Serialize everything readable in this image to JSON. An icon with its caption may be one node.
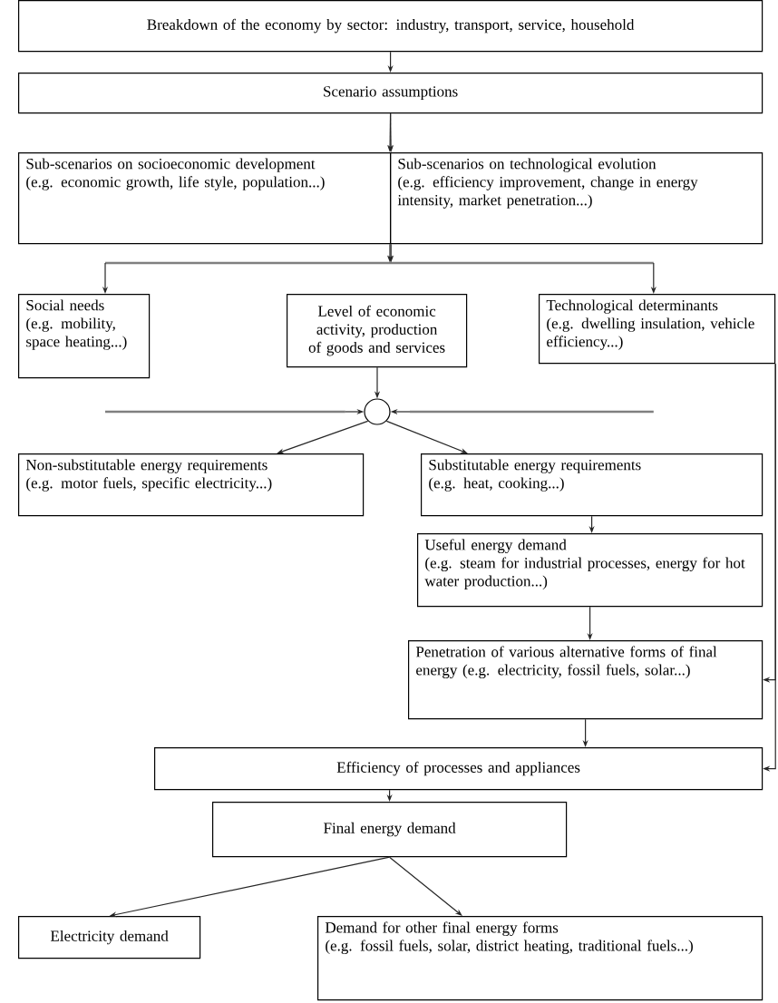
{
  "diagram": {
    "nodes": [
      {
        "text": [
          "Breakdown of the economy by sector: industry, transport, service, household"
        ]
      },
      {
        "text": [
          "Scenario assumptions"
        ]
      },
      {
        "text": [
          "Sub-scenarios on socioeconomic development",
          "(e.g. economic growth, life style, population...)"
        ]
      },
      {
        "text": [
          "Sub-scenarios on technological evolution",
          "(e.g. efficiency improvement, change in energy intensity, market penetration...)"
        ]
      },
      {
        "text": [],
        "shape": "bar"
      },
      {
        "text": [
          "Social needs",
          "(e.g. mobility, space heating...)"
        ]
      },
      {
        "text": [
          "Level of economic activity, production of goods and services"
        ]
      },
      {
        "text": [
          "Technological determinants",
          "(e.g. dwelling insulation, vehicle efficiency...)"
        ]
      },
      {
        "text": [],
        "shape": "bar"
      },
      {
        "text": [],
        "shape": "bar"
      },
      {
        "text": [],
        "shape": "circle"
      },
      {
        "text": [
          "Non-substitutable energy requirements",
          "(e.g. motor fuels, specific electricity...)"
        ]
      },
      {
        "text": [
          "Substitutable energy requirements",
          "(e.g. heat, cooking...)"
        ]
      },
      {
        "text": [
          "Useful energy demand",
          "(e.g. steam for industrial processes, energy for hot water production...)"
        ]
      },
      {
        "text": [
          "Penetration of various alternative forms of final energy (e.g. electricity, fossil fuels, solar...)"
        ]
      },
      {
        "text": [
          "Efficiency of processes and appliances"
        ]
      },
      {
        "text": [
          "Final energy demand"
        ]
      },
      {
        "text": [
          "Electricity demand"
        ]
      },
      {
        "text": [
          "Demand for other final energy forms",
          "(e.g. fossil fuels, solar, district heating, traditional fuels...)"
        ]
      }
    ],
    "edges": [
      {
        "from": 0,
        "to": 1,
        "arrow": "to"
      },
      {
        "from": 1,
        "to": 2,
        "arrow": "to"
      },
      {
        "from": 1,
        "to": 3,
        "arrow": "to"
      },
      {
        "from": 2,
        "to": 4,
        "arrow": "to"
      },
      {
        "from": 3,
        "to": 4,
        "arrow": "to"
      },
      {
        "from": 4,
        "to": 5,
        "arrow": "to"
      },
      {
        "from": 4,
        "to": 7,
        "arrow": "to"
      },
      {
        "from": 6,
        "to": 10,
        "arrow": "to"
      },
      {
        "from": 8,
        "to": 10,
        "arrow": "to"
      },
      {
        "from": 9,
        "to": 10,
        "arrow": "to"
      },
      {
        "from": 10,
        "to": 11,
        "arrow": "to"
      },
      {
        "from": 10,
        "to": 12,
        "arrow": "to"
      },
      {
        "from": 12,
        "to": 13,
        "arrow": "to"
      },
      {
        "from": 13,
        "to": 14,
        "arrow": "to"
      },
      {
        "from": 7,
        "to": 14,
        "arrow": "to"
      },
      {
        "from": 14,
        "to": 15,
        "arrow": "to"
      },
      {
        "from": 7,
        "to": 15,
        "arrow": "to"
      },
      {
        "from": 15,
        "to": 16,
        "arrow": "to"
      },
      {
        "from": 16,
        "to": 17,
        "arrow": "to"
      },
      {
        "from": 16,
        "to": 18,
        "arrow": "to"
      }
    ]
  }
}
